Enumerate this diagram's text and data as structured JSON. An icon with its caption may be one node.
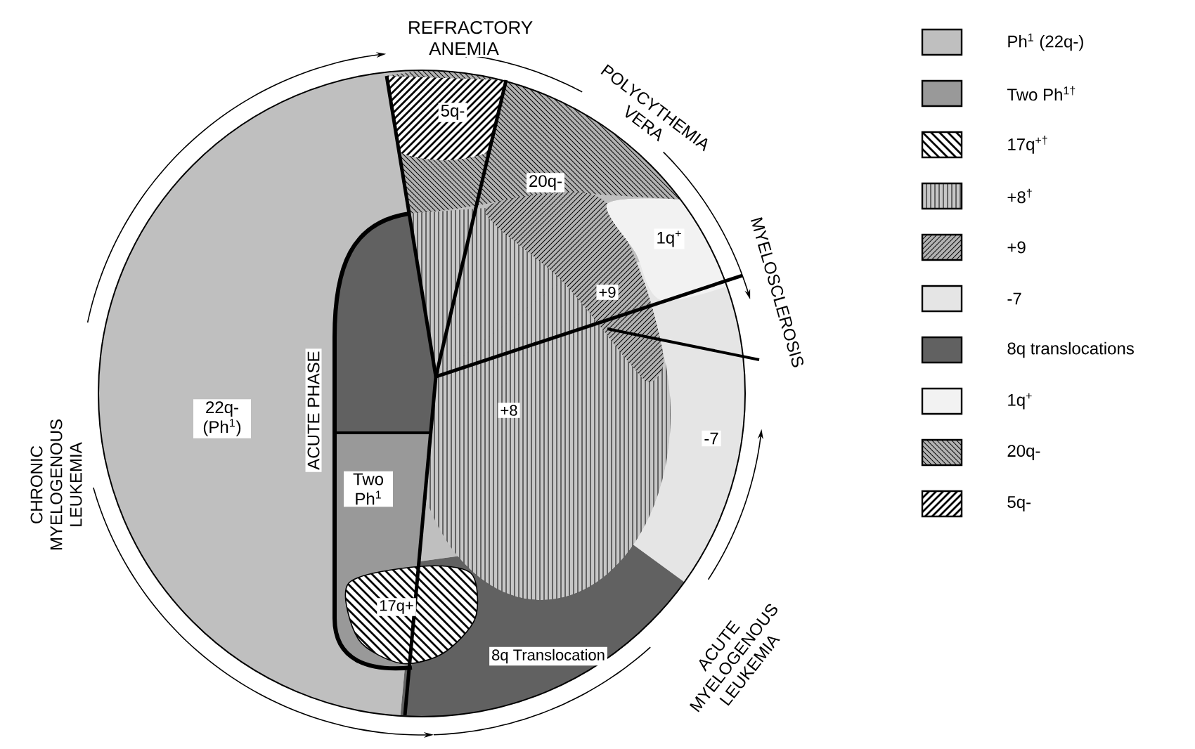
{
  "diagram": {
    "labels": [
      "REFRACTORY ANEMIA",
      "POLYCYTHEMIA VERA",
      "5q-",
      "20q-",
      "MYELOSCLEROSIS",
      "1q$^{+}$",
      "+9",
      "22q- (Ph$^{1}$)",
      "ACUTE PHASE",
      "+8",
      "-7",
      "CHRONIC MYELOGENOUS LEUKEMIA",
      "Two Ph$^{1}$",
      "17q+",
      "8q Translocation",
      "ACUTE MYELOGENOUS LEUKEMIA"
    ],
    "legend": [
      {
        "text": "Ph$^{1}$ (22q-)"
      },
      {
        "text": "Two Ph$^{1†}$"
      },
      {
        "text": "17q$^{+†}$"
      },
      {
        "text": "+8$^{†}$"
      },
      {
        "text": "+9"
      },
      {
        "text": "-7"
      },
      {
        "text": "8q translocations"
      },
      {
        "text": "1q$^{+}$"
      },
      {
        "text": "20q-"
      },
      {
        "text": "5q-"
      }
    ]
  }
}
